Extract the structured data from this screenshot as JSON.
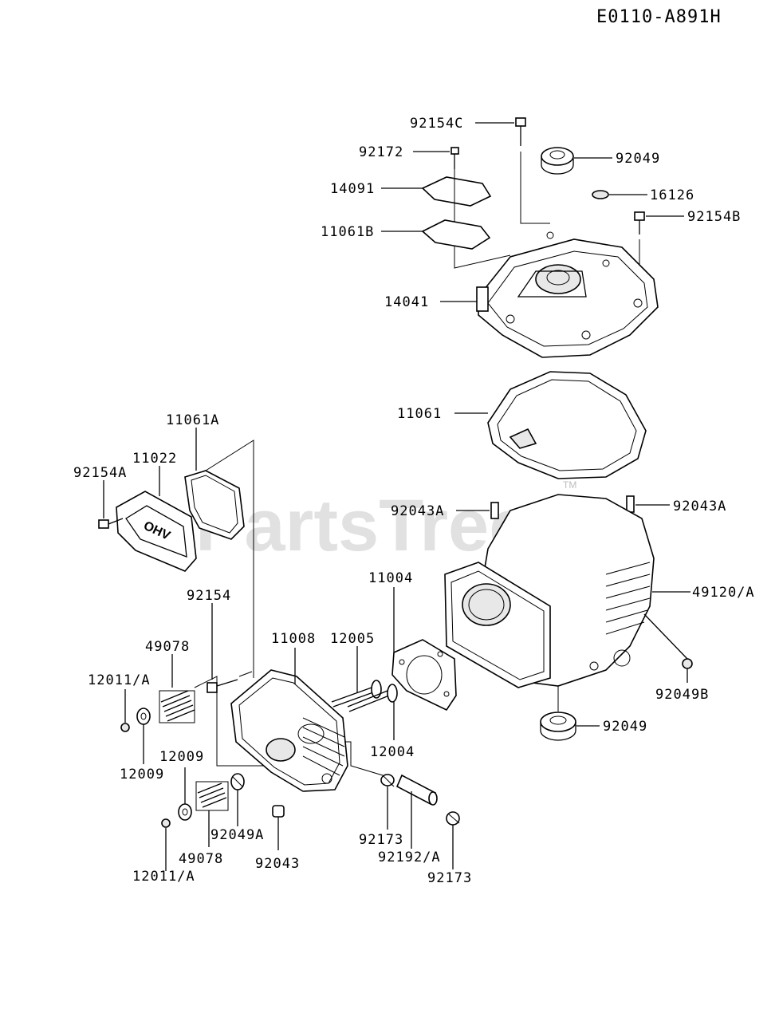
{
  "diagram_code": "E0110-A891H",
  "watermark": {
    "text": "PartsTree",
    "tm": "TM"
  },
  "labels": {
    "p92154C": "92154C",
    "p92172": "92172",
    "p92049_top": "92049",
    "p14091": "14091",
    "p16126": "16126",
    "p11061B": "11061B",
    "p92154B": "92154B",
    "p14041": "14041",
    "p11061": "11061",
    "p11061A": "11061A",
    "p11022": "11022",
    "p92154A": "92154A",
    "p92043A_left": "92043A",
    "p92043A_right": "92043A",
    "p11004": "11004",
    "p49120A": "49120/A",
    "p92154": "92154",
    "p49078_top": "49078",
    "p11008": "11008",
    "p12005": "12005",
    "p12011A_top": "12011/A",
    "p92049B": "92049B",
    "p12009_right": "12009",
    "p12009_left": "12009",
    "p12004": "12004",
    "p92049_bottom": "92049",
    "p92049A": "92049A",
    "p49078_bottom": "49078",
    "p92043": "92043",
    "p92173_left": "92173",
    "p92192A": "92192/A",
    "p12011A_bottom": "12011/A",
    "p92173_right": "92173"
  }
}
